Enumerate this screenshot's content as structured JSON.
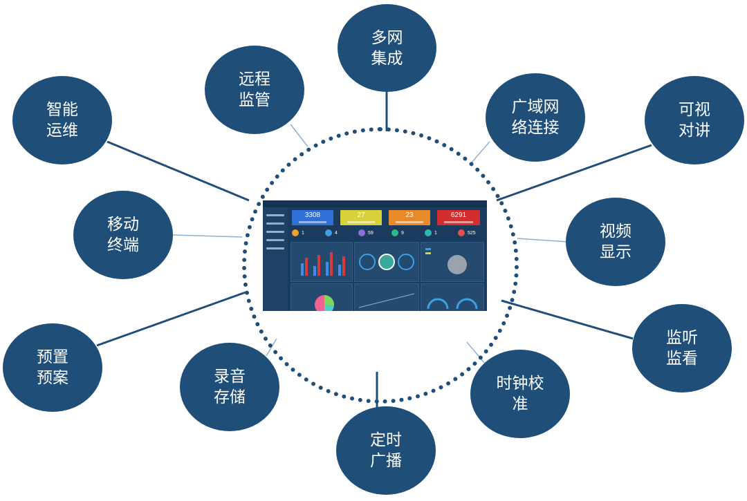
{
  "diagram": {
    "center": {
      "screenshot": {
        "kpis": [
          "3308",
          "27",
          "23",
          "6291"
        ],
        "kpi_colors": [
          "#2f6fd6",
          "#d8d23a",
          "#e88a2a",
          "#d22e2e"
        ],
        "stats": [
          "1",
          "4",
          "59",
          "9",
          "1",
          "525"
        ],
        "stat_colors": [
          "#f0a030",
          "#3ea0e0",
          "#8a6fd8",
          "#2fb88a",
          "#2fb8b0",
          "#e05050"
        ]
      }
    },
    "nodes": [
      {
        "id": "multi-network",
        "label": "多网\n集成"
      },
      {
        "id": "remote-supervision",
        "label": "远程\n监管"
      },
      {
        "id": "wan-connection",
        "label": "广域网\n络连接"
      },
      {
        "id": "smart-ops",
        "label": "智能\n运维"
      },
      {
        "id": "video-intercom",
        "label": "可视\n对讲"
      },
      {
        "id": "mobile-terminal",
        "label": "移动\n终端"
      },
      {
        "id": "video-display",
        "label": "视频\n显示"
      },
      {
        "id": "preset-plans",
        "label": "预置\n预案"
      },
      {
        "id": "recording-storage",
        "label": "录音\n存储"
      },
      {
        "id": "monitor-listen",
        "label": "监听\n监看"
      },
      {
        "id": "clock-sync",
        "label": "时钟校\n准"
      },
      {
        "id": "timed-broadcast",
        "label": "定时\n广播"
      }
    ],
    "colors": {
      "node_fill": "#1f4e79",
      "line": "#1f4e79",
      "text": "#ffffff"
    }
  }
}
